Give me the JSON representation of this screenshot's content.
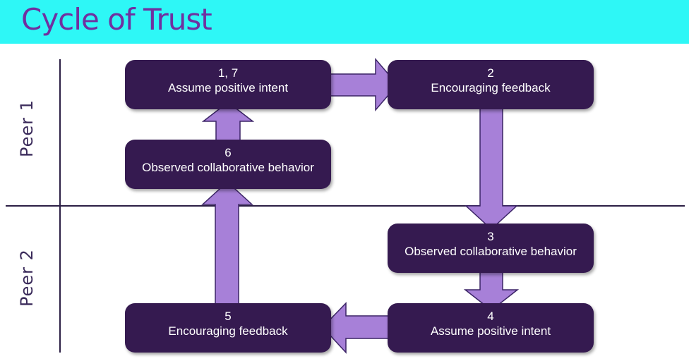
{
  "title": "Cycle of Trust",
  "rows": {
    "peer1": "Peer 1",
    "peer2": "Peer 2"
  },
  "colors": {
    "title_bar": "#2ef7f6",
    "title_text": "#7030a0",
    "node_fill": "#351a50",
    "arrow_fill": "#a780d8"
  },
  "nodes": [
    {
      "id": "n1",
      "number": "1, 7",
      "label": "Assume positive intent"
    },
    {
      "id": "n2",
      "number": "2",
      "label": "Encouraging feedback"
    },
    {
      "id": "n3",
      "number": "3",
      "label": "Observed collaborative behavior"
    },
    {
      "id": "n4",
      "number": "4",
      "label": "Assume positive intent"
    },
    {
      "id": "n5",
      "number": "5",
      "label": "Encouraging feedback"
    },
    {
      "id": "n6",
      "number": "6",
      "label": "Observed collaborative behavior"
    }
  ],
  "edges": [
    {
      "from": "1, 7",
      "to": "2"
    },
    {
      "from": "2",
      "to": "3"
    },
    {
      "from": "3",
      "to": "4"
    },
    {
      "from": "4",
      "to": "5"
    },
    {
      "from": "5",
      "to": "6"
    },
    {
      "from": "6",
      "to": "1, 7"
    }
  ]
}
